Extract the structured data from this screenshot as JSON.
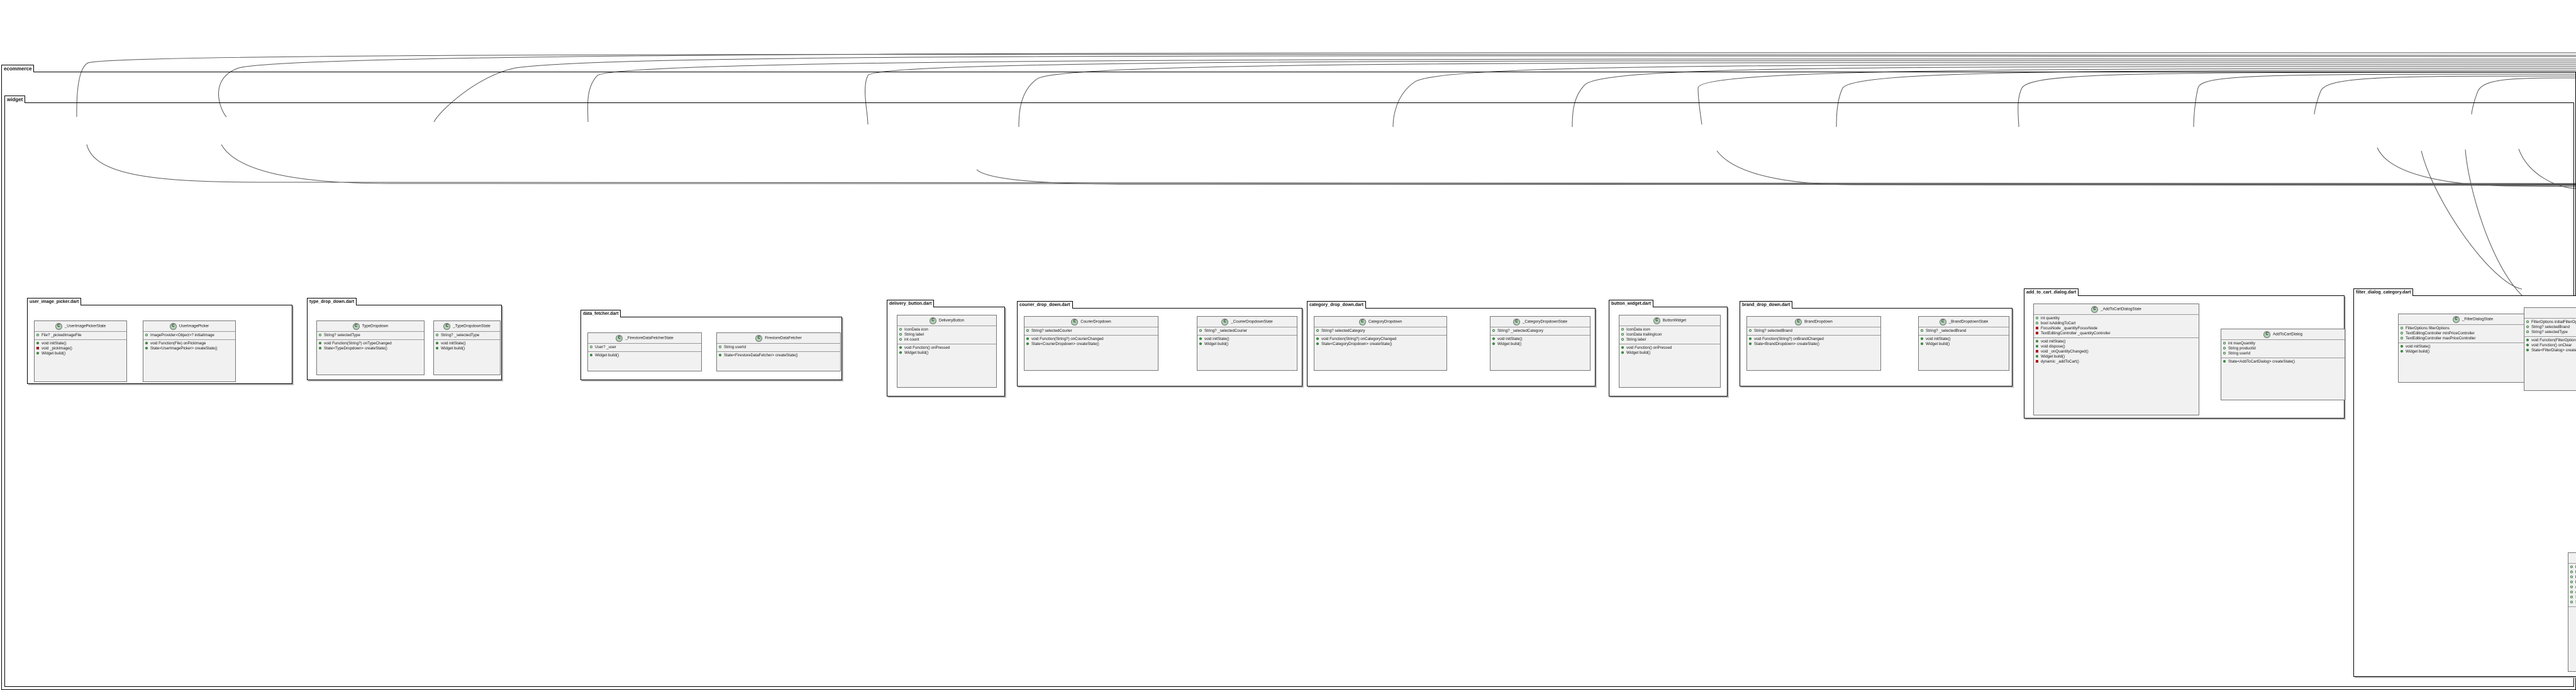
{
  "packages": {
    "ecommerce": "ecommerce",
    "widget": "widget"
  },
  "files": [
    {
      "name": "user_image_picker.dart",
      "classes": [
        {
          "name": "_UserImagePickerState",
          "fields": [
            {
              "v": "field",
              "t": "File? _pickedImageFile"
            }
          ],
          "methods": [
            {
              "v": "pub",
              "t": "void initState()"
            },
            {
              "v": "priv",
              "t": "void _pickImage()"
            },
            {
              "v": "pub",
              "t": "Widget build()"
            }
          ]
        },
        {
          "name": "UserImagePicker",
          "fields": [
            {
              "v": "field",
              "t": "ImageProvider<Object>? initialImage"
            }
          ],
          "methods": [
            {
              "v": "pub",
              "t": "void Function(File) onPickImage"
            },
            {
              "v": "pub",
              "t": "State<UserImagePicker> createState()"
            }
          ]
        }
      ]
    },
    {
      "name": "type_drop_down.dart",
      "classes": [
        {
          "name": "TypeDropdown",
          "fields": [
            {
              "v": "field",
              "t": "String? selectedType"
            }
          ],
          "methods": [
            {
              "v": "pub",
              "t": "void Function(String?) onTypeChanged"
            },
            {
              "v": "pub",
              "t": "State<TypeDropdown> createState()"
            }
          ]
        },
        {
          "name": "_TypeDropdownState",
          "fields": [
            {
              "v": "field",
              "t": "String? _selectedType"
            }
          ],
          "methods": [
            {
              "v": "pub",
              "t": "void initState()"
            },
            {
              "v": "pub",
              "t": "Widget build()"
            }
          ]
        }
      ]
    },
    {
      "name": "data_fetcher.dart",
      "classes": [
        {
          "name": "_FirestoreDataFetcherState",
          "fields": [
            {
              "v": "field",
              "t": "User? _user"
            }
          ],
          "methods": [
            {
              "v": "pub",
              "t": "Widget build()"
            }
          ]
        },
        {
          "name": "FirestoreDataFetcher",
          "fields": [
            {
              "v": "field",
              "t": "String userId"
            }
          ],
          "methods": [
            {
              "v": "pub",
              "t": "State<FirestoreDataFetcher> createState()"
            }
          ]
        }
      ]
    },
    {
      "name": "delivery_button.dart",
      "classes": [
        {
          "name": "DeliveryButton",
          "fields": [
            {
              "v": "field",
              "t": "IconData icon"
            },
            {
              "v": "field",
              "t": "String label"
            },
            {
              "v": "field",
              "t": "int count"
            }
          ],
          "methods": [
            {
              "v": "pub",
              "t": "void Function() onPressed"
            },
            {
              "v": "pub",
              "t": "Widget build()"
            }
          ]
        }
      ]
    },
    {
      "name": "courier_drop_down.dart",
      "classes": [
        {
          "name": "CourierDropdown",
          "fields": [
            {
              "v": "field",
              "t": "String? selectedCourier"
            }
          ],
          "methods": [
            {
              "v": "pub",
              "t": "void Function(String?) onCourierChanged"
            },
            {
              "v": "pub",
              "t": "State<CourierDropdown> createState()"
            }
          ]
        },
        {
          "name": "_CourierDropdownState",
          "fields": [
            {
              "v": "field",
              "t": "String? _selectedCourier"
            }
          ],
          "methods": [
            {
              "v": "pub",
              "t": "void initState()"
            },
            {
              "v": "pub",
              "t": "Widget build()"
            }
          ]
        }
      ]
    },
    {
      "name": "category_drop_down.dart",
      "classes": [
        {
          "name": "CategoryDropdown",
          "fields": [
            {
              "v": "field",
              "t": "String? selectedCategory"
            }
          ],
          "methods": [
            {
              "v": "pub",
              "t": "void Function(String?) onCategoryChanged"
            },
            {
              "v": "pub",
              "t": "State<CategoryDropdown> createState()"
            }
          ]
        },
        {
          "name": "_CategoryDropdownState",
          "fields": [
            {
              "v": "field",
              "t": "String? _selectedCategory"
            }
          ],
          "methods": [
            {
              "v": "pub",
              "t": "void initState()"
            },
            {
              "v": "pub",
              "t": "Widget build()"
            }
          ]
        }
      ]
    },
    {
      "name": "button_widget.dart",
      "classes": [
        {
          "name": "ButtonWidget",
          "fields": [
            {
              "v": "field",
              "t": "IconData icon"
            },
            {
              "v": "field",
              "t": "IconData trailingIcon"
            },
            {
              "v": "field",
              "t": "String label"
            }
          ],
          "methods": [
            {
              "v": "pub",
              "t": "void Function() onPressed"
            },
            {
              "v": "pub",
              "t": "Widget build()"
            }
          ]
        }
      ]
    },
    {
      "name": "brand_drop_down.dart",
      "classes": [
        {
          "name": "BrandDropdown",
          "fields": [
            {
              "v": "field",
              "t": "String? selectedBrand"
            }
          ],
          "methods": [
            {
              "v": "pub",
              "t": "void Function(String?) onBrandChanged"
            },
            {
              "v": "pub",
              "t": "State<BrandDropdown> createState()"
            }
          ]
        },
        {
          "name": "_BrandDropdownState",
          "fields": [
            {
              "v": "field",
              "t": "String? _selectedBrand"
            }
          ],
          "methods": [
            {
              "v": "pub",
              "t": "void initState()"
            },
            {
              "v": "pub",
              "t": "Widget build()"
            }
          ]
        }
      ]
    },
    {
      "name": "add_to_cart_dialog.dart",
      "classes": [
        {
          "name": "_AddToCartDialogState",
          "fields": [
            {
              "v": "field",
              "t": "int quantity"
            },
            {
              "v": "field",
              "t": "bool isAddingToCart"
            },
            {
              "v": "priv",
              "t": "FocusNode _quantityFocusNode"
            },
            {
              "v": "priv",
              "t": "TextEditingController _quantityController"
            }
          ],
          "methods": [
            {
              "v": "pub",
              "t": "void initState()"
            },
            {
              "v": "pub",
              "t": "void dispose()"
            },
            {
              "v": "priv",
              "t": "void _onQuantityChanged()"
            },
            {
              "v": "pub",
              "t": "Widget build()"
            },
            {
              "v": "priv",
              "t": "dynamic _addToCart()"
            }
          ]
        },
        {
          "name": "AddToCartDialog",
          "fields": [
            {
              "v": "field",
              "t": "int maxQuantity"
            },
            {
              "v": "field",
              "t": "String productId"
            },
            {
              "v": "field",
              "t": "String userId"
            }
          ],
          "methods": [
            {
              "v": "pub",
              "t": "State<AddToCartDialog> createState()"
            }
          ]
        }
      ]
    },
    {
      "name": "filter_dialog_category.dart",
      "classes": [
        {
          "name": "_FilterDialogState",
          "fields": [
            {
              "v": "field",
              "t": "FilterOptions filterOptions"
            },
            {
              "v": "field",
              "t": "TextEditingController minPriceController"
            },
            {
              "v": "field",
              "t": "TextEditingController maxPriceController"
            }
          ],
          "methods": [
            {
              "v": "pub",
              "t": "void initState()"
            },
            {
              "v": "pub",
              "t": "Widget build()"
            }
          ]
        },
        {
          "name": "FilterDi",
          "fields": [
            {
              "v": "field",
              "t": "FilterOptions initialFilterOption"
            },
            {
              "v": "field",
              "t": "String? selectedBrand"
            },
            {
              "v": "field",
              "t": "String? selectedType"
            }
          ],
          "methods": [
            {
              "v": "pub",
              "t": "void Function(FilterOptions, St"
            },
            {
              "v": "pub",
              "t": "void Function() onClear"
            },
            {
              "v": "pub",
              "t": "State<FilterDialog> createSta"
            }
          ]
        },
        {
          "name": "FilterOp",
          "fields": [
            {
              "v": "field",
              "t": "bool sortAscend"
            },
            {
              "v": "field",
              "t": "bool sortDescen"
            },
            {
              "v": "field",
              "t": "bool sortPriceAs"
            },
            {
              "v": "field",
              "t": "bool sortPriceDe"
            },
            {
              "v": "field",
              "t": "double? minPric"
            },
            {
              "v": "field",
              "t": "double? maxPri"
            },
            {
              "v": "field",
              "t": "String? selected"
            },
            {
              "v": "field",
              "t": "String? selected"
            }
          ],
          "methods": []
        }
      ]
    }
  ]
}
